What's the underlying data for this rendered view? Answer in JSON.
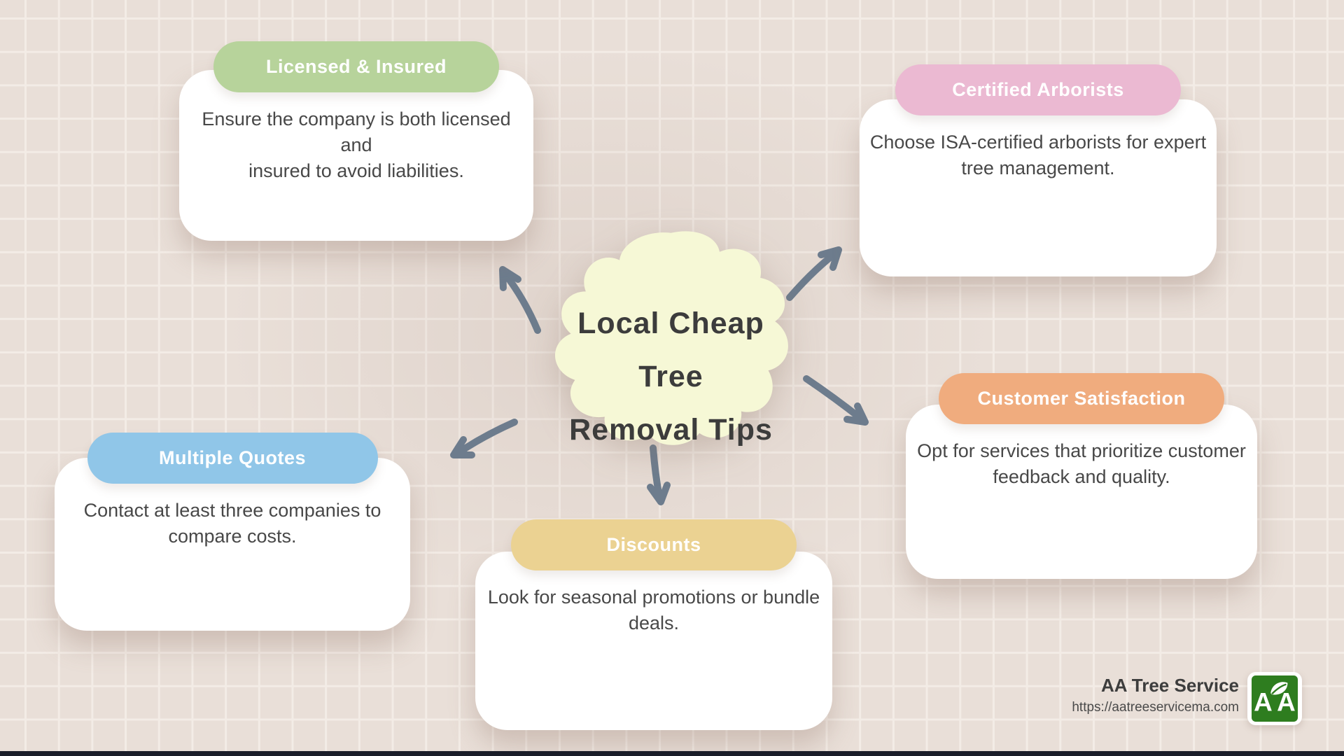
{
  "center": {
    "title": "Local Cheap Tree\nRemoval Tips"
  },
  "cards": [
    {
      "label": "Licensed & Insured",
      "body": "Ensure the company is both licensed and\ninsured to avoid liabilities.",
      "color": "#b7d39b"
    },
    {
      "label": "Certified Arborists",
      "body": "Choose ISA-certified arborists for expert\ntree management.",
      "color": "#ebb9d2"
    },
    {
      "label": "Multiple Quotes",
      "body": "Contact at least three companies to\ncompare costs.",
      "color": "#90c6e8"
    },
    {
      "label": "Discounts",
      "body": "Look for seasonal promotions or bundle\ndeals.",
      "color": "#ebd292"
    },
    {
      "label": "Customer Satisfaction",
      "body": "Opt for services that prioritize customer\nfeedback and quality.",
      "color": "#f0ac7e"
    }
  ],
  "footer": {
    "brand": "AA Tree Service",
    "url": "https://aatreeservicema.com",
    "logo_letters": "AA"
  },
  "colors": {
    "background": "#e9dfd8",
    "grid_line": "#f3ece6",
    "arrow": "#6d7c8d",
    "blob_fill": "#f6f8d6",
    "title_ink": "#3c3c3c",
    "card_background": "#ffffff",
    "logo_green": "#2e7d1f",
    "bottom_bar": "#1a1d29"
  }
}
